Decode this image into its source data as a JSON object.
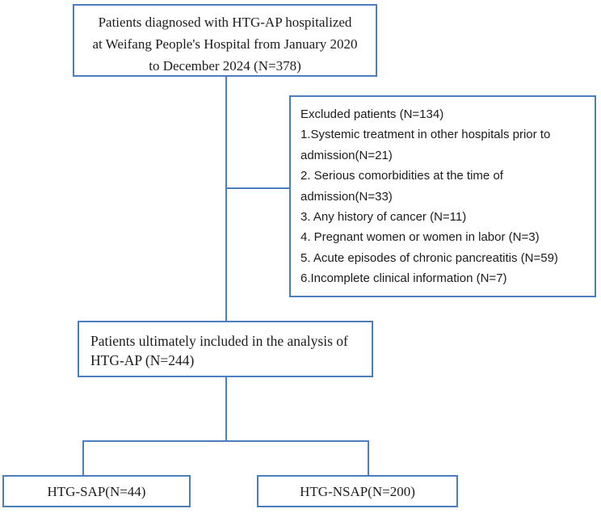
{
  "diagram": {
    "type": "flowchart",
    "line_color": "#4a7ebd",
    "text_color": "#1c1c1c",
    "nodes": {
      "start": {
        "lines": [
          "Patients diagnosed with HTG-AP hospitalized",
          "at Weifang People's Hospital from January 2020",
          "to December 2024 (N=378)"
        ],
        "n": 378
      },
      "excluded": {
        "lines": [
          "Excluded patients (N=134)",
          "1.Systemic treatment in other hospitals prior to",
          "admission(N=21)",
          "2. Serious comorbidities at the time of",
          "admission(N=33)",
          "3. Any history of cancer (N=11)",
          "4. Pregnant women or women in labor (N=3)",
          "5. Acute episodes of chronic pancreatitis (N=59)",
          "6.Incomplete clinical information (N=7)"
        ],
        "n": 134
      },
      "included": {
        "lines": [
          "Patients ultimately included in the analysis of",
          "HTG-AP (N=244)"
        ],
        "n": 244
      },
      "sap": {
        "label": "HTG-SAP(N=44)",
        "n": 44
      },
      "nsap": {
        "label": "HTG-NSAP(N=200)",
        "n": 200
      }
    }
  }
}
